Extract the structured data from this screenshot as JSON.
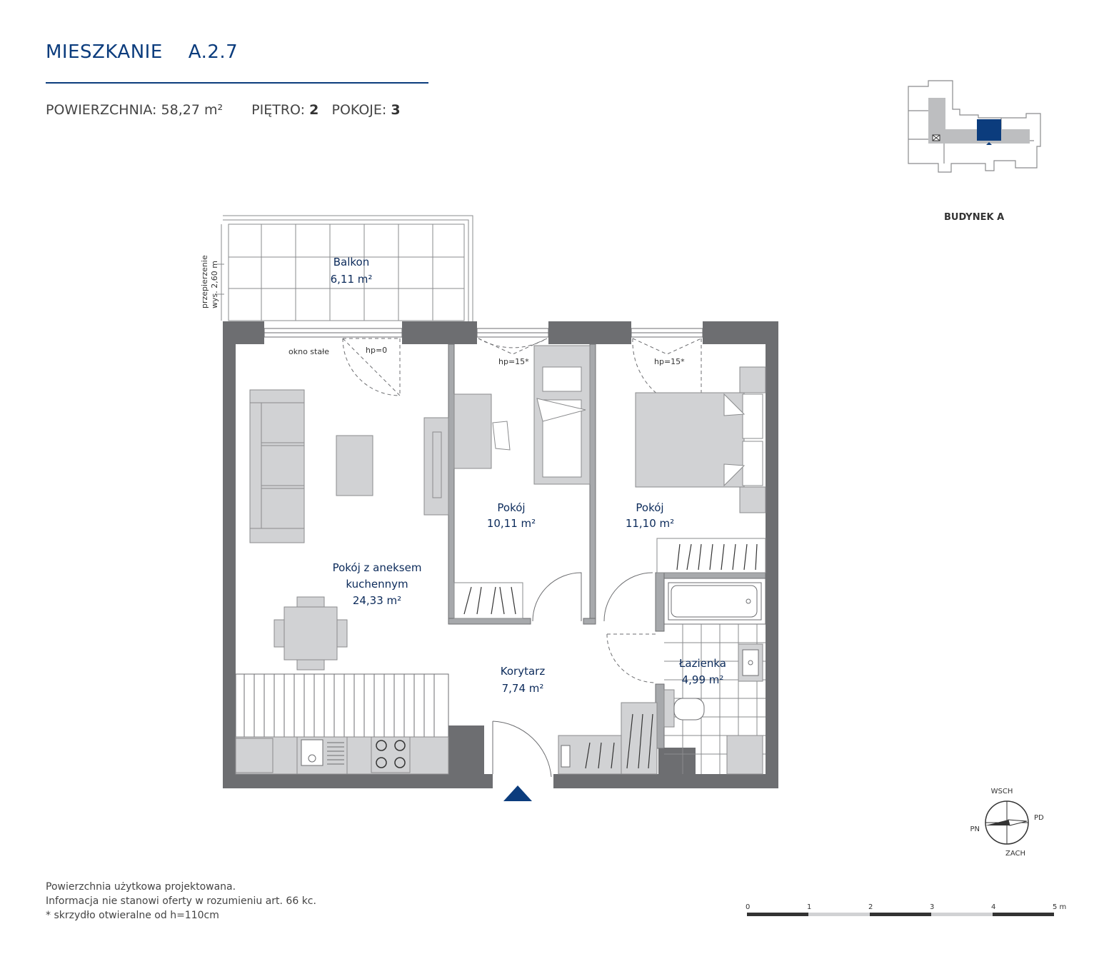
{
  "header": {
    "title_word": "MIESZKANIE",
    "title_number": "A.2.7",
    "area_label": "POWIERZCHNIA:",
    "area_value": "58,27 m²",
    "floor_label": "PIĘTRO:",
    "floor_value": "2",
    "rooms_label": "POKOJE:",
    "rooms_value": "3"
  },
  "building_label": "BUDYNEK A",
  "rooms": {
    "balcony": {
      "name": "Balkon",
      "area": "6,11 m²"
    },
    "room1": {
      "name": "Pokój",
      "area": "10,11 m²"
    },
    "room2": {
      "name": "Pokój",
      "area": "11,10 m²"
    },
    "living": {
      "name_line1": "Pokój z aneksem",
      "name_line2": "kuchennym",
      "area": "24,33 m²"
    },
    "corridor": {
      "name": "Korytarz",
      "area": "7,74 m²"
    },
    "bathroom": {
      "name": "Łazienka",
      "area": "4,99 m²"
    }
  },
  "annotations": {
    "partition_line1": "przepierzenie",
    "partition_line2": "wys. 2,60 m",
    "fixed_window": "okno stałe",
    "hp_zero": "hp=0",
    "hp_room1": "hp=15*",
    "hp_room2": "hp=15*"
  },
  "compass": {
    "north": "PN",
    "east": "WSCH",
    "south": "PD",
    "west": "ZACH"
  },
  "scale": {
    "ticks": [
      "0",
      "1",
      "2",
      "3",
      "4",
      "5 m"
    ]
  },
  "notes": [
    "Powierzchnia użytkowa projektowana.",
    "Informacja nie stanowi oferty w rozumieniu art. 66 kc.",
    "* skrzydło otwieralne od h=110cm"
  ],
  "colors": {
    "brand_blue": "#0b3c7d",
    "wall": "#6d6e71",
    "furniture": "#d1d2d4",
    "unit_highlight": "#0b3c7d"
  },
  "icons": {
    "entrance": "entrance-arrow-icon",
    "compass": "compass-icon"
  }
}
